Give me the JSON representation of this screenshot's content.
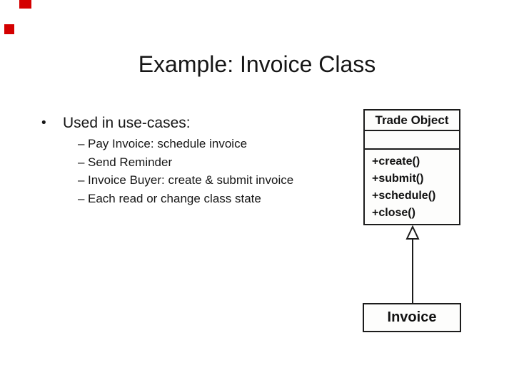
{
  "slide": {
    "title": "Example: Invoice Class",
    "bullet": {
      "marker": "•",
      "label": "Used in use-cases:",
      "sub_marker": "–",
      "items": [
        "Pay Invoice: schedule invoice",
        "Send Reminder",
        "Invoice Buyer: create & submit invoice",
        "Each read or change class state"
      ]
    },
    "markers": {
      "color": "#d40000"
    }
  },
  "diagram": {
    "type": "uml-class-diagram",
    "relationship": "generalization",
    "parent_class": {
      "name": "Trade Object",
      "attributes": [],
      "operations": [
        "+create()",
        "+submit()",
        "+schedule()",
        "+close()"
      ]
    },
    "child_class": {
      "name": "Invoice"
    },
    "line_color": "#1c1c1c"
  }
}
